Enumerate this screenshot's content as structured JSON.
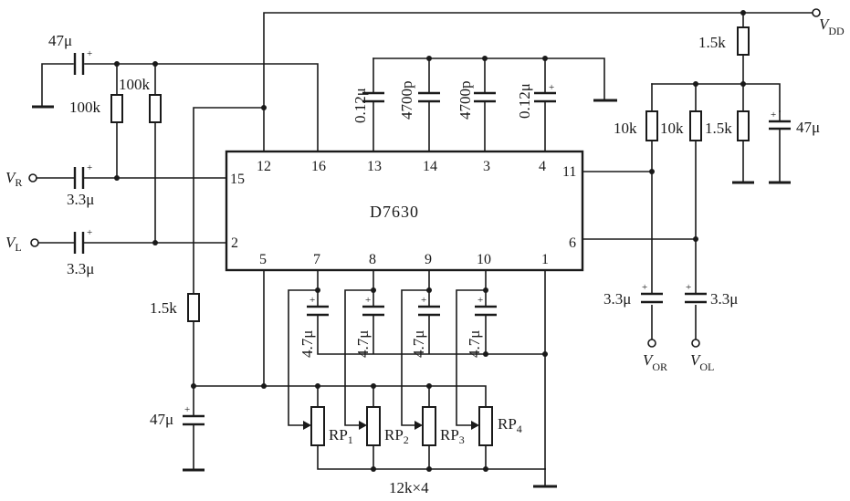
{
  "chip": {
    "name": "D7630",
    "pins": {
      "p12": "12",
      "p16": "16",
      "p13": "13",
      "p14": "14",
      "p3": "3",
      "p4": "4",
      "p15": "15",
      "p11": "11",
      "p2": "2",
      "p6": "6",
      "p5": "5",
      "p7": "7",
      "p8": "8",
      "p9": "9",
      "p10": "10",
      "p1": "1"
    }
  },
  "inputs": {
    "vr": {
      "main": "V",
      "sub": "R"
    },
    "vl": {
      "main": "V",
      "sub": "L"
    },
    "c_vr": "3.3μ",
    "c_vl": "3.3μ",
    "c_top": "47μ",
    "r_in1": "100k",
    "r_in2": "100k"
  },
  "top_caps": {
    "c13": "0.12μ",
    "c14": "4700p",
    "c3": "4700p",
    "c4": "0.12μ"
  },
  "supply": {
    "vdd": {
      "main": "V",
      "sub": "DD"
    },
    "r_top": "1.5k",
    "r_left1": "10k",
    "r_left2": "10k",
    "r_mid": "1.5k",
    "c_right": "47μ"
  },
  "outputs": {
    "c_or": "3.3μ",
    "c_ol": "3.3μ",
    "vor": {
      "main": "V",
      "sub": "OR"
    },
    "vol": {
      "main": "V",
      "sub": "OL"
    }
  },
  "left_bias": {
    "r": "1.5k",
    "c": "47μ"
  },
  "tone": {
    "caps": [
      "4.7μ",
      "4.7μ",
      "4.7μ",
      "4.7μ"
    ],
    "pots": [
      {
        "main": "RP",
        "sub": "1"
      },
      {
        "main": "RP",
        "sub": "2"
      },
      {
        "main": "RP",
        "sub": "3"
      },
      {
        "main": "RP",
        "sub": "4"
      }
    ],
    "bottom": "12k×4"
  }
}
